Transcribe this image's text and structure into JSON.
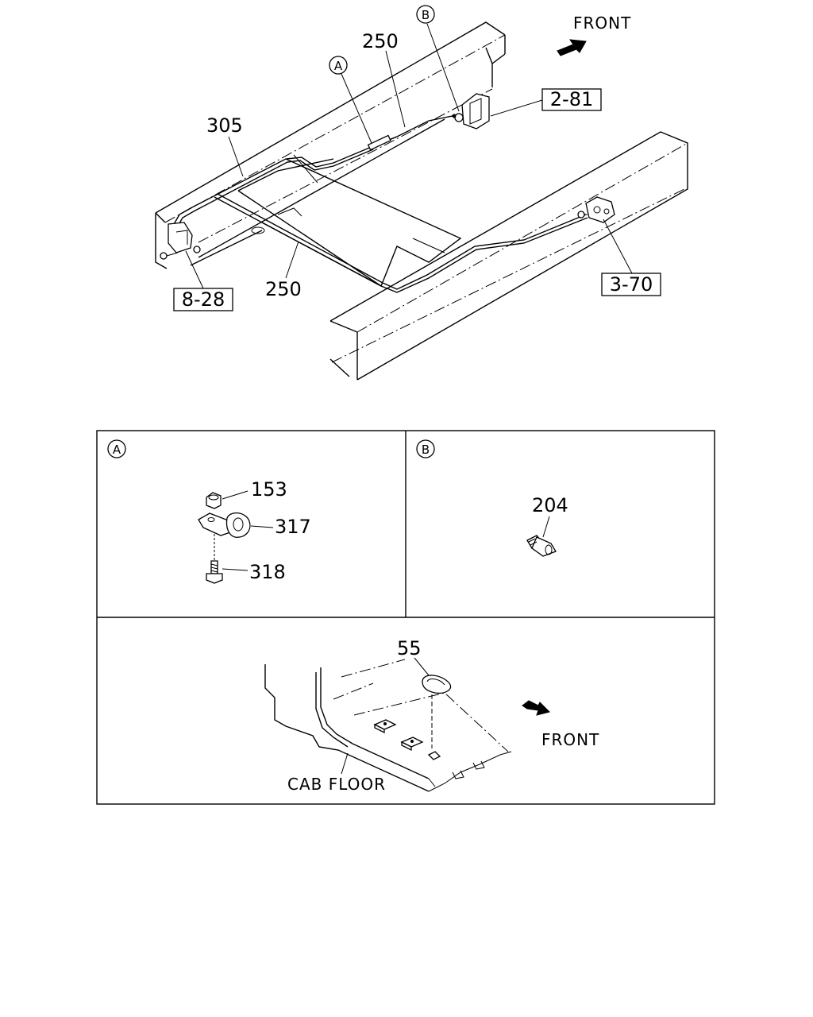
{
  "main_view": {
    "front_label": "FRONT",
    "callout_a": "A",
    "callout_b": "B",
    "part_250_upper": "250",
    "part_250_lower": "250",
    "part_305": "305",
    "ref_2_81": "2-81",
    "ref_3_70": "3-70",
    "ref_8_28": "8-28"
  },
  "detail_a": {
    "marker": "A",
    "part_153": "153",
    "part_317": "317",
    "part_318": "318"
  },
  "detail_b": {
    "marker": "B",
    "part_204": "204"
  },
  "detail_cab": {
    "part_55": "55",
    "front_label": "FRONT",
    "cab_floor_label": "CAB FLOOR"
  }
}
